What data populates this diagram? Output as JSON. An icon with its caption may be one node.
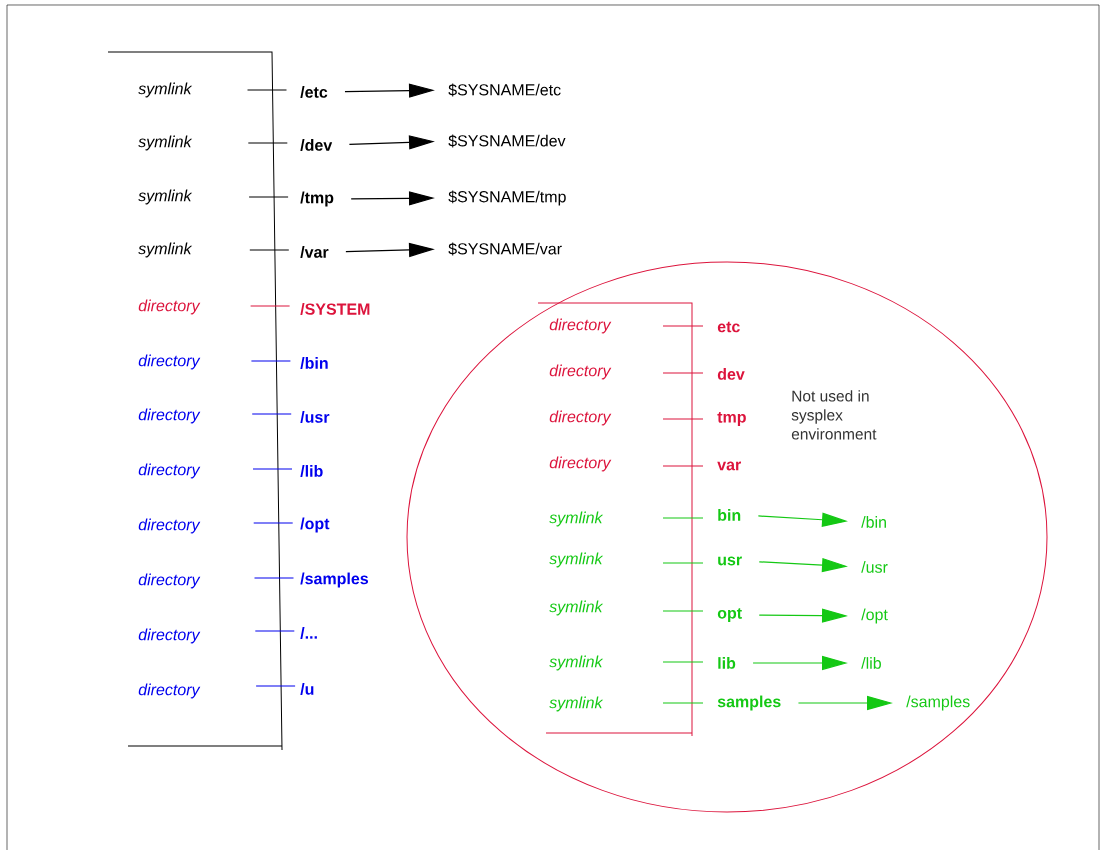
{
  "diagram": {
    "nodes": [
      {
        "text": [
          "/etc"
        ]
      },
      {
        "text": [
          "/dev"
        ]
      },
      {
        "text": [
          "/tmp"
        ]
      },
      {
        "text": [
          "/var"
        ]
      },
      {
        "text": [
          "/SYSTEM"
        ]
      },
      {
        "text": [
          "/bin"
        ]
      },
      {
        "text": [
          "/usr"
        ]
      },
      {
        "text": [
          "/lib"
        ]
      },
      {
        "text": [
          "/opt"
        ]
      },
      {
        "text": [
          "/samples"
        ]
      },
      {
        "text": [
          "/..."
        ]
      },
      {
        "text": [
          "/u"
        ]
      },
      {
        "text": [
          "$SYSNAME/etc"
        ]
      },
      {
        "text": [
          "$SYSNAME/dev"
        ]
      },
      {
        "text": [
          "$SYSNAME/tmp"
        ]
      },
      {
        "text": [
          "$SYSNAME/var"
        ]
      },
      {
        "text": [],
        "shape": "ellipse"
      },
      {
        "text": [
          "etc"
        ],
        "in": 16
      },
      {
        "text": [
          "dev"
        ],
        "in": 16
      },
      {
        "text": [
          "tmp"
        ],
        "in": 16
      },
      {
        "text": [
          "var"
        ],
        "in": 16
      },
      {
        "text": [
          "bin"
        ],
        "in": 16
      },
      {
        "text": [
          "usr"
        ],
        "in": 16
      },
      {
        "text": [
          "opt"
        ],
        "in": 16
      },
      {
        "text": [
          "lib"
        ],
        "in": 16
      },
      {
        "text": [
          "samples"
        ],
        "in": 16
      },
      {
        "text": [
          "/bin"
        ],
        "in": 16
      },
      {
        "text": [
          "/usr"
        ],
        "in": 16
      },
      {
        "text": [
          "/opt"
        ],
        "in": 16
      },
      {
        "text": [
          "/lib"
        ],
        "in": 16
      },
      {
        "text": [
          "/samples"
        ],
        "in": 16
      }
    ],
    "edges": [
      {
        "from": 0,
        "to": 12,
        "arrow": "to",
        "color": "#000000"
      },
      {
        "from": 1,
        "to": 13,
        "arrow": "to",
        "color": "#000000"
      },
      {
        "from": 2,
        "to": 14,
        "arrow": "to",
        "color": "#000000"
      },
      {
        "from": 3,
        "to": 15,
        "arrow": "to",
        "color": "#000000"
      },
      {
        "from": 21,
        "to": 26,
        "arrow": "to"
      },
      {
        "from": 22,
        "to": 27,
        "arrow": "to"
      },
      {
        "from": 23,
        "to": 28,
        "arrow": "to"
      },
      {
        "from": 24,
        "to": 29,
        "arrow": "to"
      },
      {
        "from": 25,
        "to": 30,
        "arrow": "to"
      }
    ],
    "labels": [
      "symlink",
      "symlink",
      "symlink",
      "symlink",
      "directory",
      "directory",
      "directory",
      "directory",
      "directory",
      "directory",
      "directory",
      "directory",
      "directory",
      "directory",
      "directory",
      "directory",
      "symlink",
      "symlink",
      "symlink",
      "symlink",
      "symlink",
      "Not used in sysplex environment"
    ]
  }
}
